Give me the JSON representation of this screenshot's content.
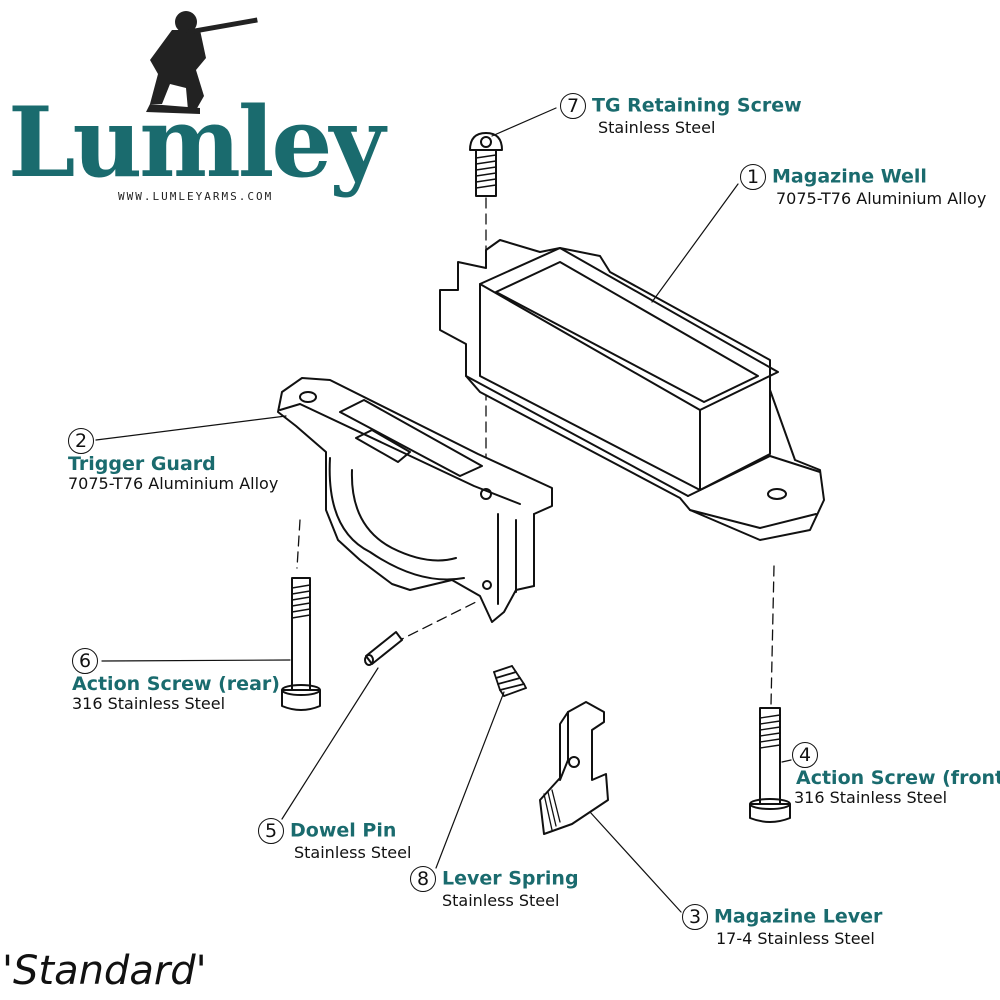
{
  "logo": {
    "wordmark": "Lumley",
    "url": "WWW.LUMLEYARMS.COM"
  },
  "caption": "'Standard'",
  "parts": [
    {
      "number": "1",
      "name": "Magazine Well",
      "material": "7075-T76 Aluminium Alloy"
    },
    {
      "number": "2",
      "name": "Trigger Guard",
      "material": "7075-T76 Aluminium Alloy"
    },
    {
      "number": "3",
      "name": "Magazine Lever",
      "material": "17-4 Stainless Steel"
    },
    {
      "number": "4",
      "name": "Action Screw (front)",
      "material": "316 Stainless Steel"
    },
    {
      "number": "5",
      "name": "Dowel Pin",
      "material": "Stainless Steel"
    },
    {
      "number": "6",
      "name": "Action Screw (rear)",
      "material": "316 Stainless Steel"
    },
    {
      "number": "7",
      "name": "TG Retaining Screw",
      "material": "Stainless Steel"
    },
    {
      "number": "8",
      "name": "Lever Spring",
      "material": "Stainless Steel"
    }
  ],
  "colors": {
    "accent": "#1a6b6e",
    "line": "#111111"
  }
}
